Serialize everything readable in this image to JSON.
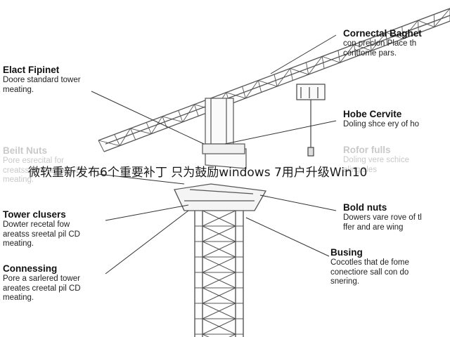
{
  "labels": [
    {
      "key": "elact",
      "title": "Elact Fipinet",
      "desc": [
        "Doore standard tower",
        "meating."
      ]
    },
    {
      "key": "belt",
      "title": "Beilt Nuts",
      "desc": [
        "Pore esrecital for",
        "creatss srteetal pil CD",
        "meating."
      ]
    },
    {
      "key": "tower",
      "title": "Tower clusers",
      "desc": [
        "Dowter recetal fow",
        "areatss sreetal pil CD",
        "meating."
      ]
    },
    {
      "key": "conn",
      "title": "Connessing",
      "desc": [
        "Pore a sarlered tower",
        "areates creetal pil CD",
        "meating."
      ]
    },
    {
      "key": "corn",
      "title": "Cornectal Baghet",
      "desc": [
        "con preclon Place th",
        "corittome pars."
      ]
    },
    {
      "key": "hobe",
      "title": "Hobe Cervite",
      "desc": [
        "Doling shce ery of ho"
      ]
    },
    {
      "key": "rofor",
      "title": "Rofor fulls",
      "desc": [
        "Doling vere schice",
        "aling sles"
      ]
    },
    {
      "key": "bold",
      "title": "Bold nuts",
      "desc": [
        "Dowers vare rove of tl",
        "ffer and are wing"
      ]
    },
    {
      "key": "busing",
      "title": "Busing",
      "desc": [
        "Cocotles that de fome",
        "conectiore sall con do",
        "snering."
      ]
    }
  ],
  "overlay_caption": "微软重新发布6个重要补丁 只为鼓励windows 7用户升级Win10",
  "colors": {
    "line": "#333333",
    "faded": "#c9c9c9",
    "steel": "#555555"
  }
}
